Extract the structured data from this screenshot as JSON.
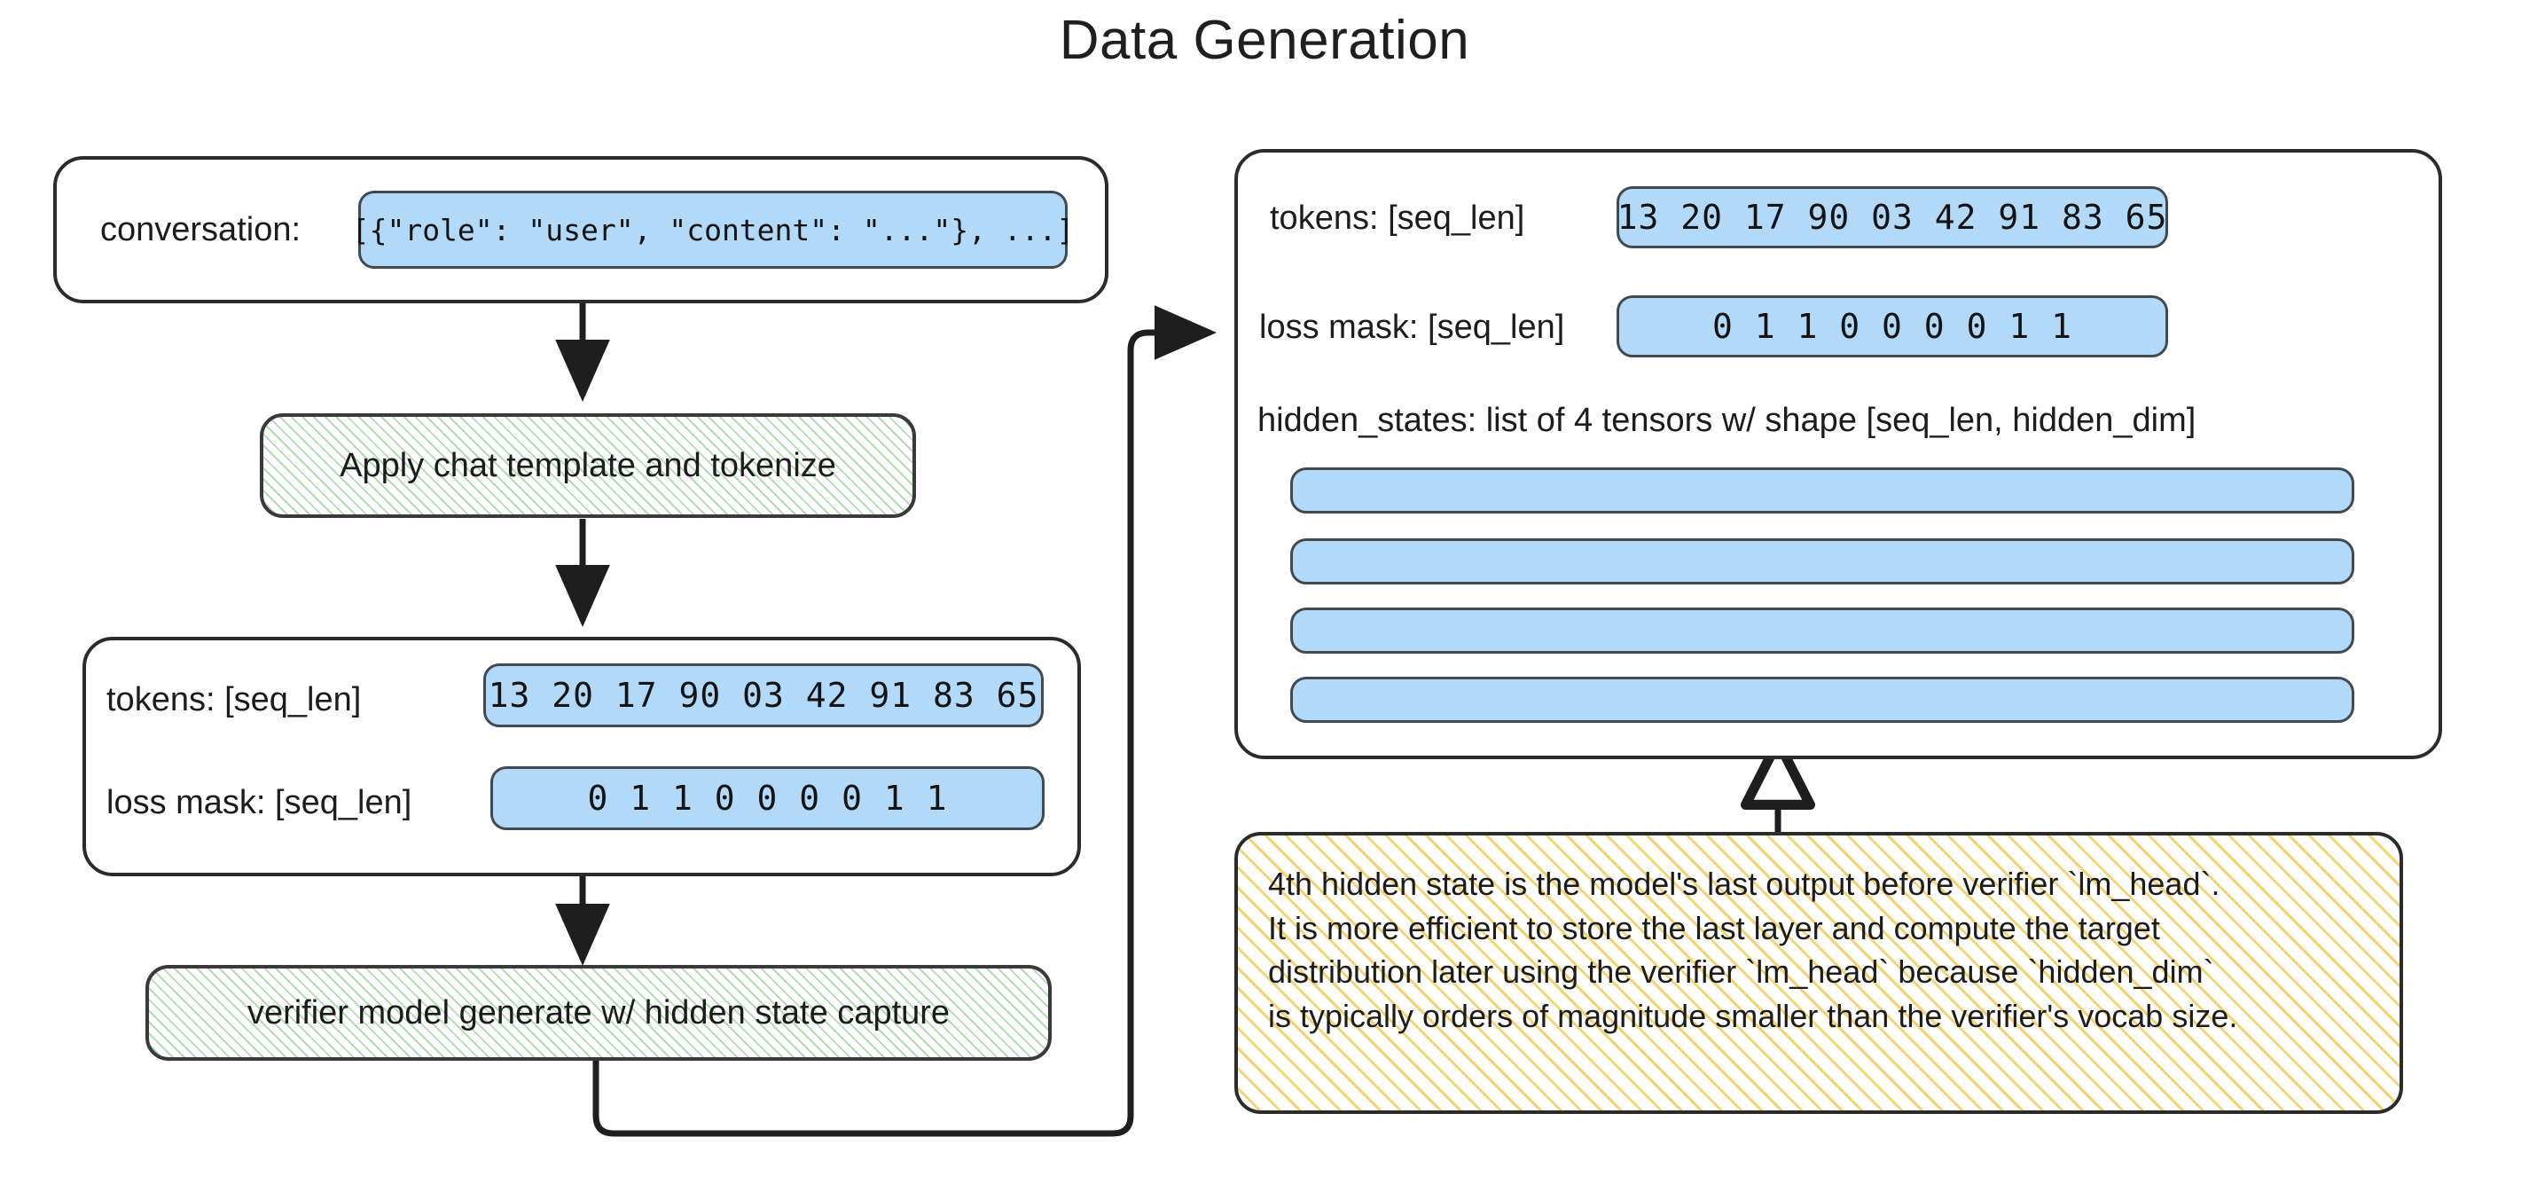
{
  "title": "Data Generation",
  "left_column": {
    "conversation_box": {
      "label": "conversation:",
      "value": "[{\"role\": \"user\", \"content\": \"...\"}, ...]"
    },
    "step_tokenize": "Apply chat template and tokenize",
    "tensor_box": {
      "tokens_label": "tokens: [seq_len]",
      "tokens_value": "13 20 17 90 03 42 91 83 65",
      "loss_mask_label": "loss mask: [seq_len]",
      "loss_mask_value": "0  1  1  0  0  0  0  1  1"
    },
    "step_generate": "verifier model generate w/ hidden state capture"
  },
  "right_column": {
    "output_box": {
      "tokens_label": "tokens: [seq_len]",
      "tokens_value": "13 20 17 90 03 42 91 83 65",
      "loss_mask_label": "loss mask: [seq_len]",
      "loss_mask_value": "0   1   1   0   0   0   0   1   1",
      "hidden_states_caption": "hidden_states: list of 4 tensors w/ shape [seq_len, hidden_dim]",
      "hidden_state_count": 4
    },
    "note": {
      "line1": "4th hidden state is the model's last output before verifier `lm_head`.",
      "line2": "It is more efficient to store the last layer and compute the target",
      "line3": "distribution later using the verifier `lm_head` because `hidden_dim`",
      "line4": "is typically orders of magnitude smaller than the verifier's vocab size."
    }
  },
  "colors": {
    "chip_blue": "#b3d9f9",
    "process_green": "#78be78",
    "note_yellow": "#f0cd5a",
    "stroke": "#2b2b2b",
    "background": "#ffffff"
  }
}
